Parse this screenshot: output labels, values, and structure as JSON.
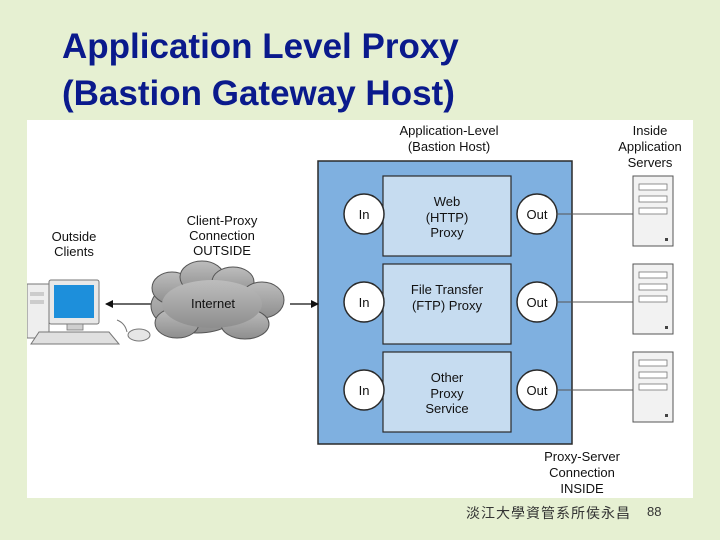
{
  "slide": {
    "title_line_1": "Application Level Proxy",
    "title_line_2": "(Bastion Gateway Host)",
    "footer_text": "淡江大學資管系所侯永昌",
    "page_number": "88"
  },
  "diagram": {
    "bastion_label_1": "Application-Level",
    "bastion_label_2": "(Bastion Host)",
    "servers_label_1": "Inside",
    "servers_label_2": "Application",
    "servers_label_3": "Servers",
    "clients_label_1": "Outside",
    "clients_label_2": "Clients",
    "client_conn_label_1": "Client-Proxy",
    "client_conn_label_2": "Connection",
    "client_conn_label_3": "OUTSIDE",
    "internet_label": "Internet",
    "server_conn_label_1": "Proxy-Server",
    "server_conn_label_2": "Connection",
    "server_conn_label_3": "INSIDE",
    "proxies": [
      {
        "line_1": "Web",
        "line_2": "(HTTP)",
        "line_3": "Proxy",
        "in_label": "In",
        "out_label": "Out"
      },
      {
        "line_1": "File Transfer",
        "line_2": "(FTP) Proxy",
        "line_3": "",
        "in_label": "In",
        "out_label": "Out"
      },
      {
        "line_1": "Other",
        "line_2": "Proxy",
        "line_3": "Service",
        "in_label": "In",
        "out_label": "Out"
      }
    ],
    "colors": {
      "slide_background": "#e6f0d2",
      "title": "#0a1a8c",
      "bastion_fill": "#7fb0e0",
      "proxy_box_fill": "#c6dcf0",
      "cloud_fill": "#a6a6a6",
      "monitor_screen": "#1d8fdb"
    }
  }
}
